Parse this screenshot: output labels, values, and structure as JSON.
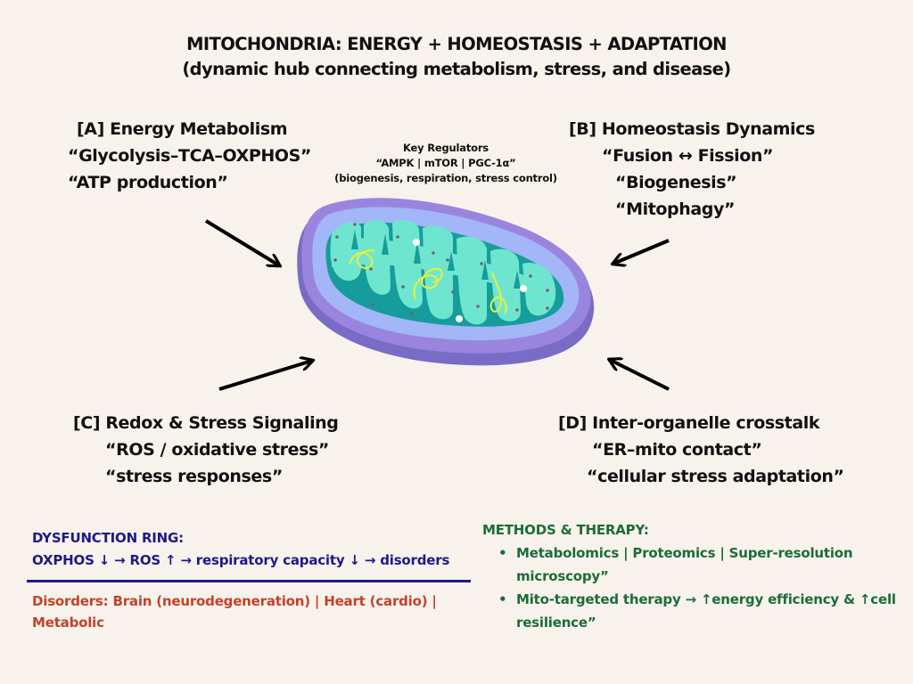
{
  "title": {
    "main": "MITOCHONDRIA: ENERGY + HOMEOSTASIS + ADAPTATION",
    "subtitle": "(dynamic hub connecting metabolism, stress, and disease)"
  },
  "sections": {
    "a": {
      "heading": "[A] Energy Metabolism",
      "lines": [
        "“Glycolysis–TCA–OXPHOS”",
        "“ATP production”"
      ]
    },
    "b": {
      "heading": "[B] Homeostasis Dynamics",
      "lines": [
        "“Fusion ↔ Fission”",
        "“Biogenesis”",
        "“Mitophagy”"
      ]
    },
    "c": {
      "heading": "[C] Redox & Stress Signaling",
      "lines": [
        "“ROS / oxidative stress”",
        "“stress responses”"
      ]
    },
    "d": {
      "heading": "[D] Inter-organelle crosstalk",
      "lines": [
        "“ER–mito contact”",
        "“cellular stress adaptation”"
      ]
    }
  },
  "key_regulators": {
    "heading": "Key Regulators",
    "items": "“AMPK | mTOR | PGC-1α”",
    "note": "(biogenesis, respiration, stress control)"
  },
  "dysfunction": {
    "heading": "DYSFUNCTION RING:",
    "chain": "OXPHOS ↓  →  ROS ↑  →  respiratory capacity ↓  →  disorders",
    "disorders": "Disorders: Brain (neurodegeneration) | Heart (cardio) | Metabolic"
  },
  "methods": {
    "heading": "METHODS & THERAPY:",
    "items": [
      "Metabolomics | Proteomics | Super-resolution microscopy”",
      "Mito-targeted therapy → ↑energy efficiency & ↑cell resilience”"
    ]
  },
  "illustration": {
    "subject": "mitochondrion",
    "arrows": [
      "from-A",
      "from-B",
      "from-C",
      "from-D"
    ]
  },
  "colors": {
    "background": "#f7f2ec",
    "dysfunction": "#1f1a84",
    "disorders": "#c4412a",
    "methods": "#1d6b3a",
    "outer_membrane": "#8f7fd6",
    "intermembrane": "#9fb3f5",
    "matrix": "#6ee6cf",
    "cristae": "#179c9c",
    "dna": "#e8f03a"
  }
}
